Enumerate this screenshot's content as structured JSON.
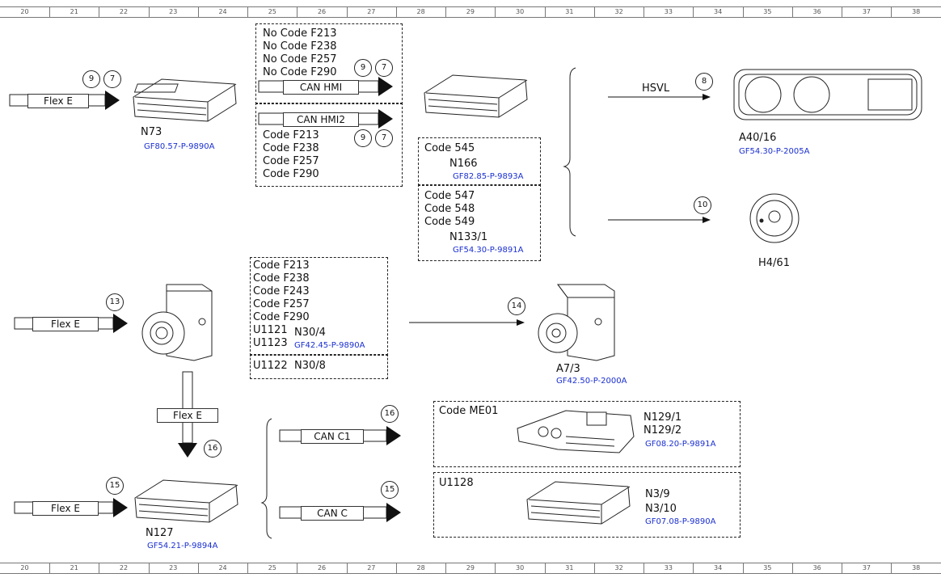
{
  "ruler_numbers": [
    "20",
    "21",
    "22",
    "23",
    "24",
    "25",
    "26",
    "27",
    "28",
    "29",
    "30",
    "31",
    "32",
    "33",
    "34",
    "35",
    "36",
    "37",
    "38"
  ],
  "buses": {
    "flex_e_top": "Flex E",
    "can_hmi": "CAN HMI",
    "can_hmi2": "CAN HMI2",
    "hsvl": "HSVL",
    "flex_e_mid": "Flex E",
    "flex_e_down": "Flex E",
    "flex_e_bottom": "Flex E",
    "can_c1": "CAN C1",
    "can_c": "CAN C"
  },
  "circles": {
    "c9a": "9",
    "c7a": "7",
    "c9b": "9",
    "c7b": "7",
    "c9c": "9",
    "c7c": "7",
    "c8": "8",
    "c10": "10",
    "c13": "13",
    "c14": "14",
    "c16a": "16",
    "c16b": "16",
    "c15a": "15",
    "c15b": "15"
  },
  "components": {
    "n73": {
      "label": "N73",
      "ref": "GF80.57-P-9890A"
    },
    "a40_16": {
      "label": "A40/16",
      "ref": "GF54.30-P-2005A"
    },
    "h4_61": {
      "label": "H4/61"
    },
    "n166": {
      "label": "N166",
      "ref": "GF82.85-P-9893A"
    },
    "n133_1": {
      "label": "N133/1",
      "ref": "GF54.30-P-9891A"
    },
    "n30_4": {
      "label": "N30/4",
      "ref": "GF42.45-P-9890A"
    },
    "n30_8": {
      "label": "N30/8"
    },
    "a7_3": {
      "label": "A7/3",
      "ref": "GF42.50-P-2000A"
    },
    "n127": {
      "label": "N127",
      "ref": "GF54.21-P-9894A"
    },
    "n129": {
      "label1": "N129/1",
      "label2": "N129/2",
      "ref": "GF08.20-P-9891A"
    },
    "n3": {
      "label1": "N3/9",
      "label2": "N3/10",
      "ref": "GF07.08-P-9890A"
    }
  },
  "codes": {
    "no_codes": [
      "No Code F213",
      "No Code F238",
      "No Code F257",
      "No Code F290"
    ],
    "hmi2_codes": [
      "Code F213",
      "Code F238",
      "Code F257",
      "Code F290"
    ],
    "code_545": "Code 545",
    "codes_547": [
      "Code 547",
      "Code 548",
      "Code 549"
    ],
    "esp_codes": [
      "Code F213",
      "Code F238",
      "Code F243",
      "Code F257",
      "Code F290",
      "U1121",
      "U1123"
    ],
    "u1122": "U1122",
    "me01": "Code ME01",
    "u1128": "U1128"
  }
}
